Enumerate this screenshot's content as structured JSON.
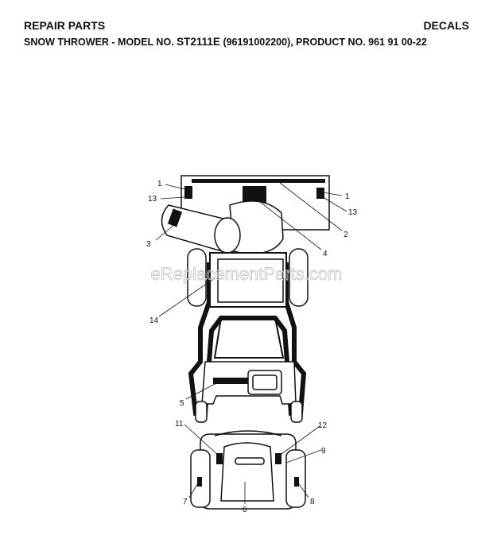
{
  "header": {
    "title": "REPAIR PARTS",
    "section": "DECALS",
    "subtitle_prefix": "SNOW THROWER - MODEL NO.",
    "model": "ST2111E",
    "subtitle_suffix": "(96191002200), PRODUCT NO. 961 91 00-22"
  },
  "watermark": "eReplacementParts.com",
  "callouts": {
    "c1a": "1",
    "c1b": "1",
    "c13a": "13",
    "c13b": "13",
    "c2": "2",
    "c3": "3",
    "c4": "4",
    "c14": "14",
    "c5": "5",
    "c11": "11",
    "c12": "12",
    "c9": "9",
    "c7": "7",
    "c6": "6",
    "c8": "8"
  }
}
